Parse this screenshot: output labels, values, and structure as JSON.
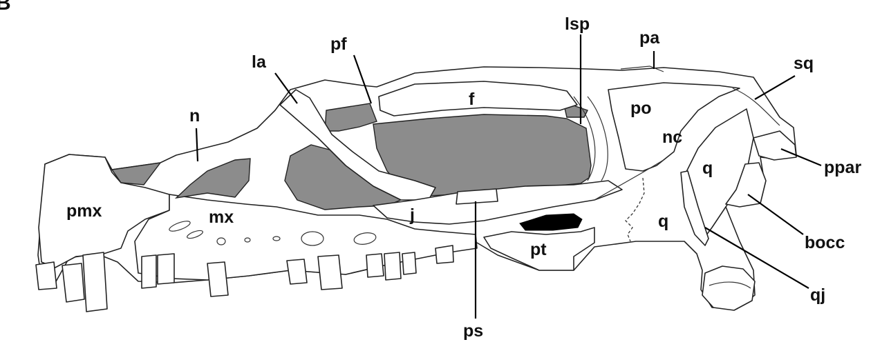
{
  "figure": {
    "panel_label": "B",
    "labels": {
      "la": "la",
      "pf": "pf",
      "lsp": "lsp",
      "pa": "pa",
      "sq": "sq",
      "n": "n",
      "f": "f",
      "po": "po",
      "nc": "nc",
      "q_upper": "q",
      "ppar": "ppar",
      "pmx": "pmx",
      "mx": "mx",
      "j": "j",
      "q_lower": "q",
      "bocc": "bocc",
      "pt": "pt",
      "qj": "qj",
      "ps": "ps"
    },
    "colors": {
      "fenestra": "#8c8c8c",
      "dark_fill": "#000000",
      "line": "#222222"
    }
  }
}
